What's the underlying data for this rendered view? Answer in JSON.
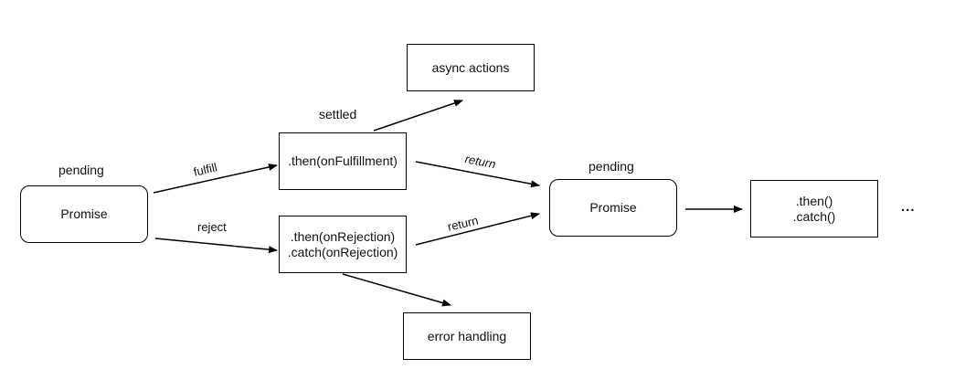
{
  "diagram": {
    "nodes": {
      "promise_start": {
        "text": "Promise",
        "caption": "pending"
      },
      "then_fulfill": {
        "text": ".then(onFulfillment)",
        "caption": "settled"
      },
      "then_reject": {
        "lines": [
          ".then(onRejection)",
          ".catch(onRejection)"
        ]
      },
      "async_actions": {
        "text": "async actions"
      },
      "error_handling": {
        "text": "error handling"
      },
      "promise_next": {
        "text": "Promise",
        "caption": "pending"
      },
      "then_catch": {
        "lines": [
          ".then()",
          ".catch()"
        ]
      },
      "ellipsis": {
        "text": "..."
      }
    },
    "edges": {
      "fulfill": "fulfill",
      "reject": "reject",
      "return_top": "return",
      "return_bottom": "return"
    }
  }
}
